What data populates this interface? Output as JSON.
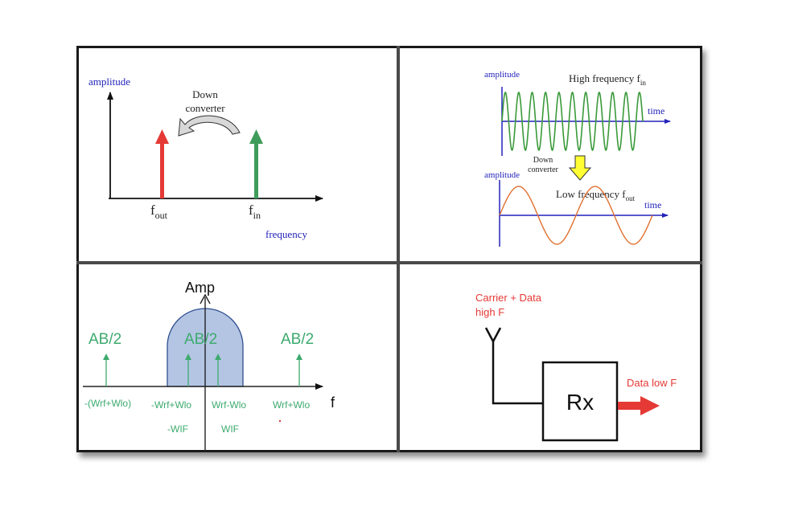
{
  "panel_tl": {
    "y_label": "amplitude",
    "converter_line1": "Down",
    "converter_line2": "converter",
    "f_out_main": "f",
    "f_out_sub": "out",
    "f_in_main": "f",
    "f_in_sub": "in",
    "x_label": "frequency",
    "colors": {
      "out_arrow": "#e53935",
      "in_arrow": "#3f9c5a",
      "axis_label": "#2222bb"
    }
  },
  "panel_tr": {
    "top_y_label": "amplitude",
    "top_title_main": "High frequency f",
    "top_title_sub": "in",
    "top_x_label": "time",
    "converter_line1": "Down",
    "converter_line2": "converter",
    "bottom_y_label": "amplitude",
    "bottom_title_main": "Low frequency f",
    "bottom_title_sub": "out",
    "bottom_x_label": "time",
    "colors": {
      "high_wave": "#3a9a3a",
      "low_wave": "#e07030",
      "axis": "#2222bb",
      "arrow": "#ffff33"
    }
  },
  "panel_bl": {
    "y_label": "Amp",
    "x_label": "f",
    "amp_left": "AB/2",
    "amp_center": "AB/2",
    "amp_right": "AB/2",
    "tick_1": "-(Wrf+Wlo)",
    "tick_2": "-Wrf+Wlo",
    "tick_3": "Wrf-Wlo",
    "tick_4": "Wrf+Wlo",
    "sub_left": "-WIF",
    "sub_right": "WIF",
    "colors": {
      "label": "#3daa6e",
      "filter_fill": "#b4c5e4",
      "filter_stroke": "#2f4f8f"
    }
  },
  "panel_br": {
    "input_line1": "Carrier + Data",
    "input_line2": "high F",
    "block_label": "Rx",
    "output_label": "Data low F",
    "colors": {
      "text": "#e53935",
      "arrow": "#e53935"
    }
  }
}
